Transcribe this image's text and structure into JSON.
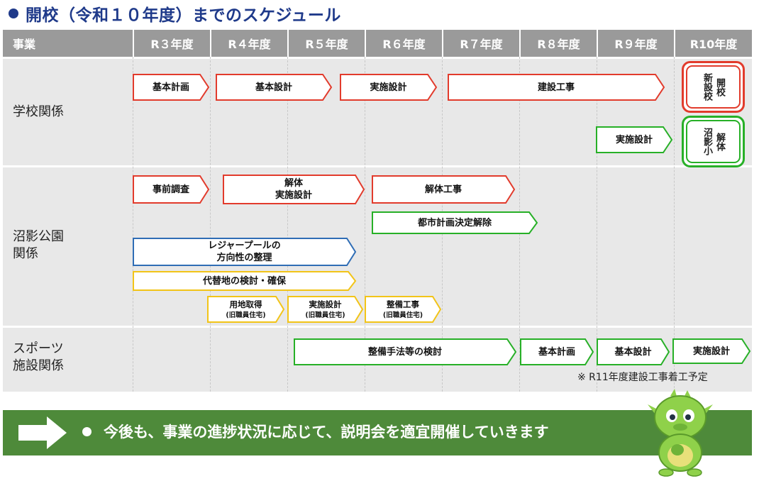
{
  "title": "開校（令和１０年度）までのスケジュール",
  "header": {
    "label": "事業",
    "years": [
      "R３年度",
      "R４年度",
      "R５年度",
      "R６年度",
      "R７年度",
      "R８年度",
      "R９年度",
      "R10年度"
    ]
  },
  "rows": {
    "school": "学校関係",
    "park": "沼影公園\n関係",
    "sports": "スポーツ\n施設関係"
  },
  "school_tasks": {
    "basic_plan": "基本計画",
    "basic_design": "基本設計",
    "impl_design": "実施設計",
    "construction": "建設工事",
    "demolition_design": "実施設計"
  },
  "badges": {
    "new_school": {
      "col1": "新設校",
      "col2": "開校"
    },
    "demolition": {
      "col1": "沼影小",
      "col2": "解体"
    }
  },
  "park_tasks": {
    "survey": "事前調査",
    "demo_design": "解体\n実施設計",
    "demo_work": "解体工事",
    "urban_plan": "都市計画決定解除",
    "leisure_pool": "レジャープールの\n方向性の整理",
    "alt_site": "代替地の検討・確保",
    "land": "用地取得",
    "impl": "実施設計",
    "works": "整備工事",
    "sub": "(旧職員住宅)"
  },
  "sports_tasks": {
    "method": "整備手法等の検討",
    "basic_plan": "基本計画",
    "basic_design": "基本設計",
    "impl_design": "実施設計"
  },
  "note": "※ R11年度建設工事着工予定",
  "banner": "今後も、事業の進捗状況に応じて、説明会を適宜開催していきます",
  "colors": {
    "title_blue": "#1f3a8a",
    "header_gray": "#9a9a9a",
    "red": "#e23b2c",
    "green": "#27b027",
    "blue": "#2f6db5",
    "yellow": "#f2c418",
    "banner_green": "#4e8a3a"
  }
}
